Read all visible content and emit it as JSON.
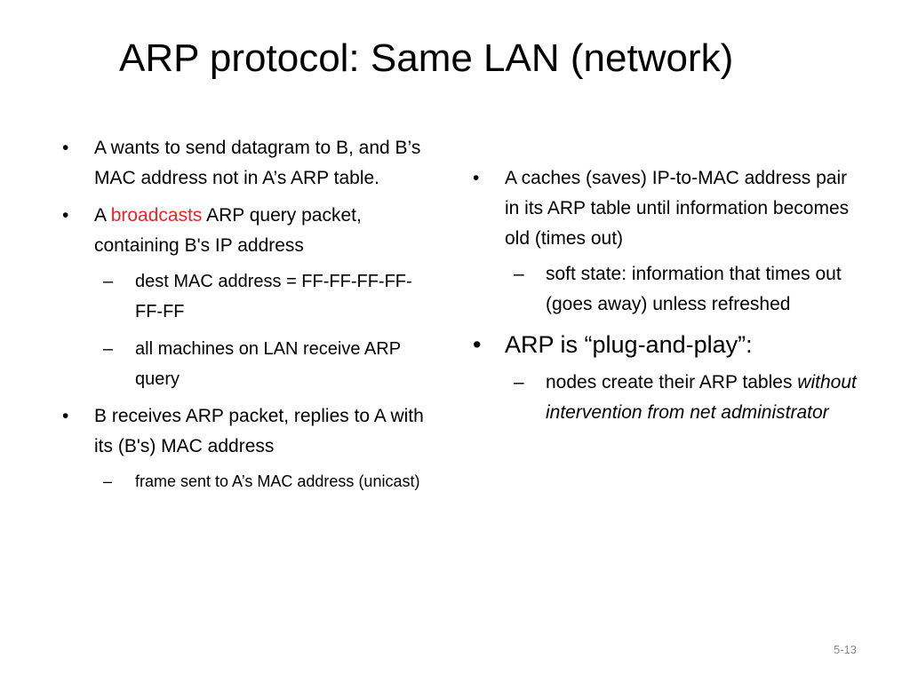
{
  "slide": {
    "title": "ARP protocol: Same LAN (network)",
    "slide_number": "5-13"
  },
  "left": {
    "b1": "A wants to send datagram to B, and B’s MAC address not in A’s ARP table.",
    "b2_pre": "A ",
    "b2_red": "broadcasts",
    "b2_post": " ARP query packet, containing B's IP address",
    "b2_sub1": "dest MAC address = FF-FF-FF-FF-FF-FF",
    "b2_sub2": "all machines on LAN receive ARP query",
    "b3": "B receives ARP packet, replies to A with its (B's) MAC address",
    "b3_sub1": "frame sent to A’s MAC address (unicast)"
  },
  "right": {
    "b1": "A caches (saves) IP-to-MAC address pair in its ARP table until information becomes old (times out)",
    "b1_sub1": "soft state: information that times out (goes away) unless refreshed",
    "b2": "ARP is “plug-and-play”:",
    "b2_sub1_pre": "nodes create their ARP tables ",
    "b2_sub1_em": "without intervention from net administrator"
  }
}
